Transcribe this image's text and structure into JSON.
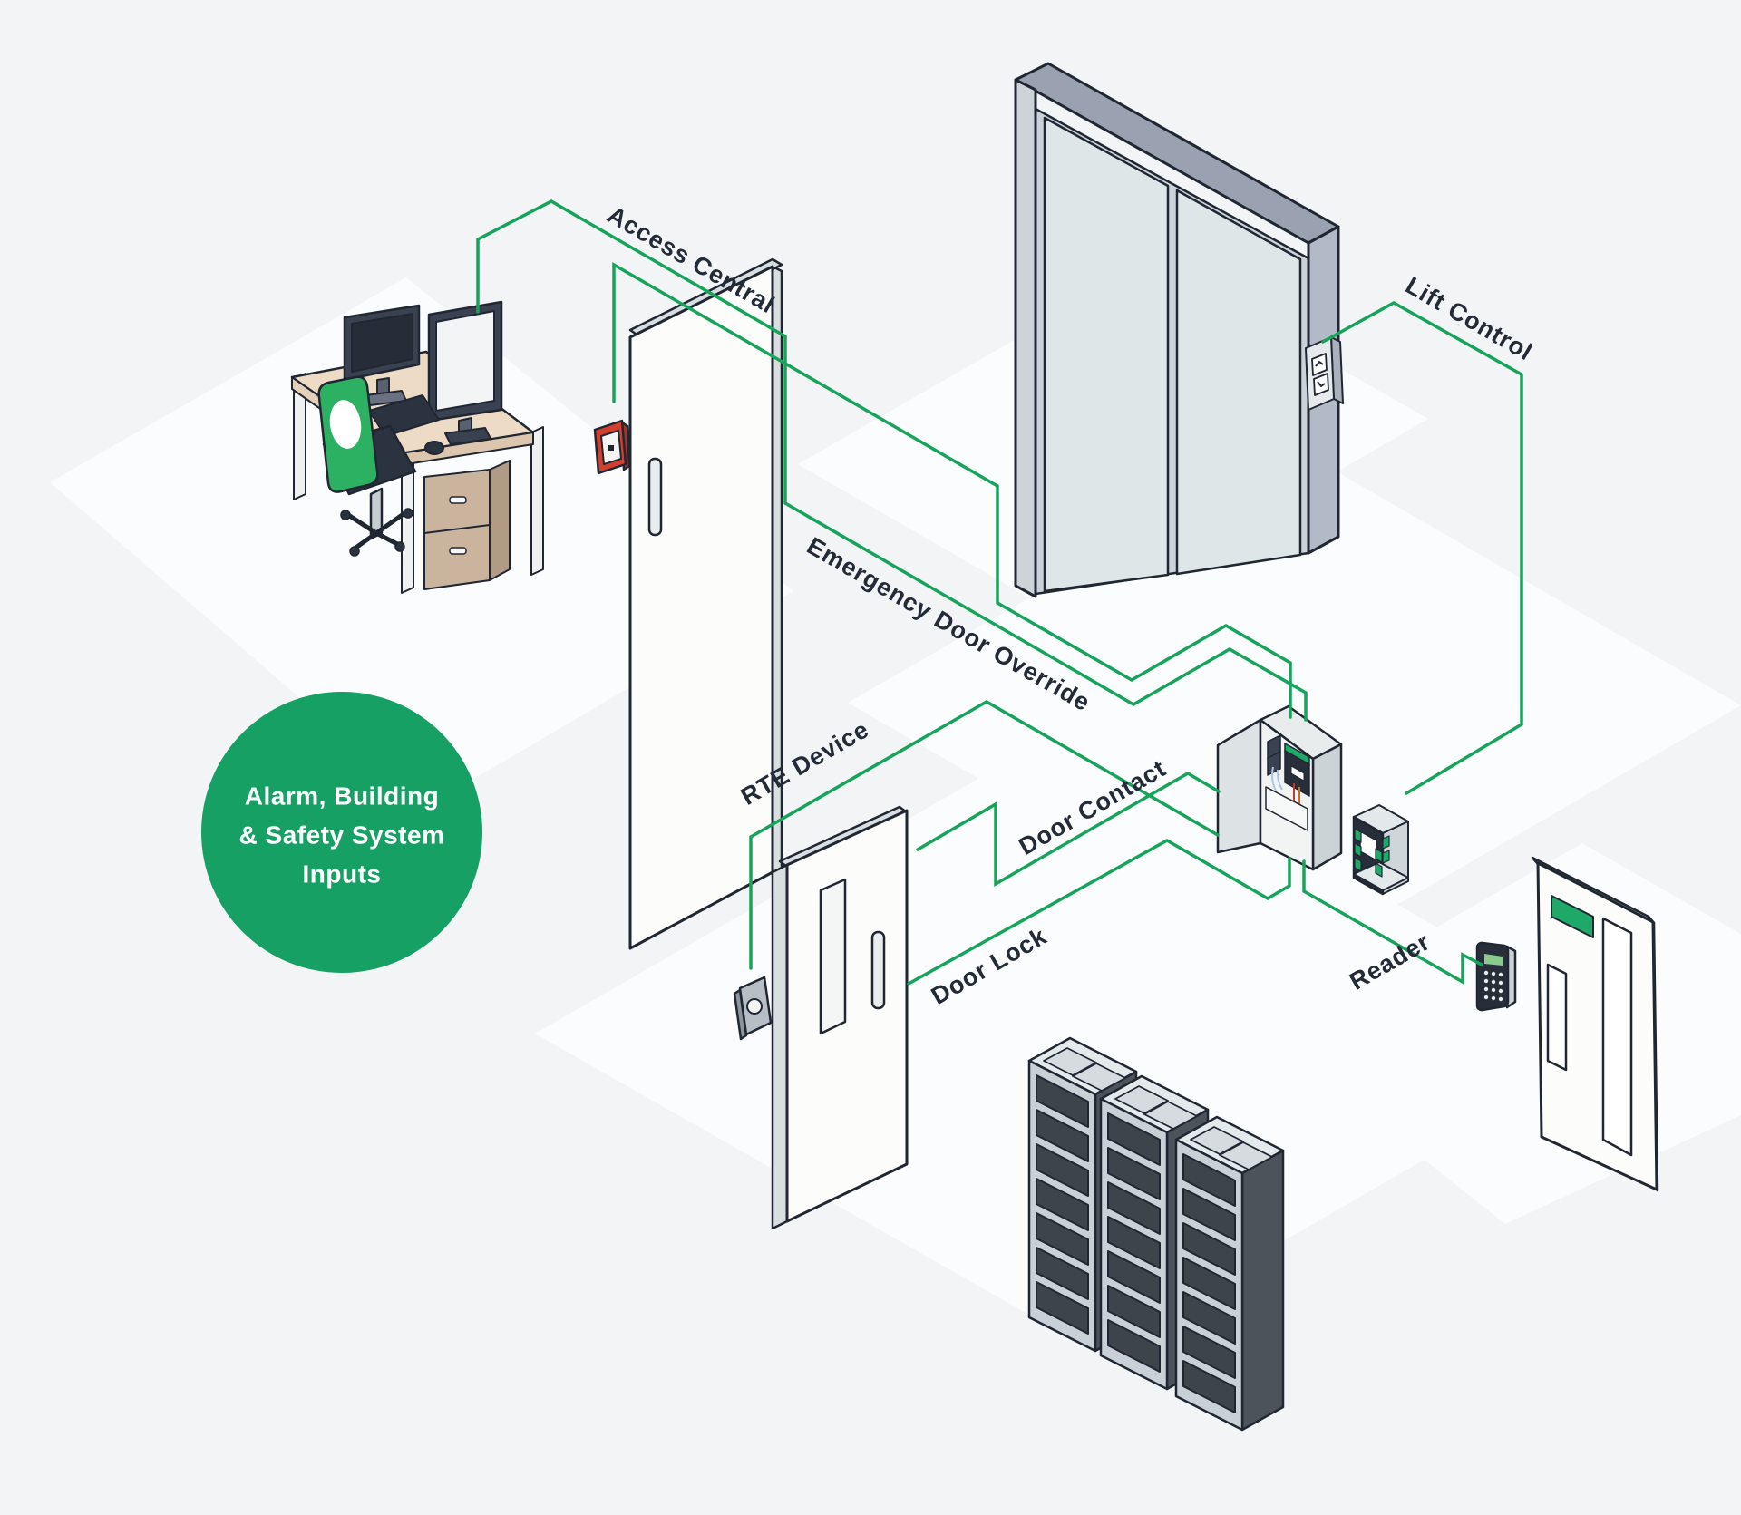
{
  "title": "Access control system isometric diagram",
  "colors": {
    "background": "#f3f4f6",
    "floor_highlight": "#fbfcfe",
    "connection_line_green": "#16a45a",
    "badge_circle_green": "#16a064",
    "door_sign_green": "#1fa968",
    "outline_ink": "#202733",
    "label_text": "#232a38",
    "emergency_button_red": "#d23f2f",
    "chair_green": "#2cb162"
  },
  "labels": {
    "access_central": "Access Central",
    "lift_control": "Lift Control",
    "emergency_door_override": "Emergency Door Override",
    "rte_device": "RTE Device",
    "door_contact": "Door Contact",
    "door_lock": "Door Lock",
    "reader": "Reader"
  },
  "badge": {
    "line1": "Alarm, Building",
    "line2": "& Safety System",
    "line3": "Inputs"
  },
  "objects": [
    "workstation-desk",
    "office-chair",
    "monitors",
    "office-door",
    "emergency-override-button",
    "lift-doors",
    "lift-call-button",
    "controller-cabinet",
    "io-module",
    "secured-door",
    "rte-button",
    "server-racks",
    "keypad-reader",
    "server-room-door"
  ]
}
